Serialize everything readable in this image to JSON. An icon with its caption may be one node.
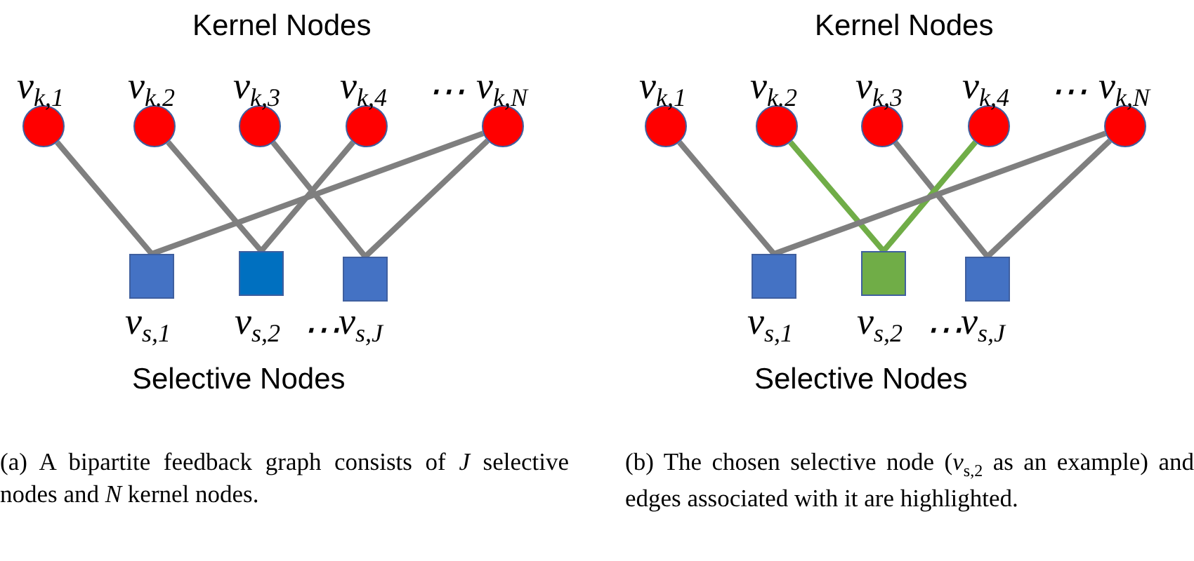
{
  "diagram": {
    "nodes": [
      {
        "text": [],
        "shape": "circle",
        "beside": [
          "v$_{k,1}$"
        ]
      },
      {
        "text": [],
        "shape": "circle",
        "beside": [
          "v$_{k.2}$"
        ]
      },
      {
        "text": [],
        "shape": "circle",
        "beside": [
          "v$_{k,3}$"
        ]
      },
      {
        "text": [],
        "shape": "circle",
        "beside": [
          "v$_{k,4}$"
        ]
      },
      {
        "text": [],
        "shape": "circle",
        "beside": [
          "v$_{k,N}$"
        ]
      },
      {
        "text": [],
        "shape": "box",
        "beside": [
          "v$_{s,1}$"
        ]
      },
      {
        "text": [],
        "shape": "box",
        "beside": [
          "v$_{s,2}$"
        ]
      },
      {
        "text": [],
        "shape": "box",
        "beside": [
          "v$_{s,J}$"
        ]
      },
      {
        "text": [],
        "shape": "circle",
        "beside": [
          "v$_{k,1}$"
        ]
      },
      {
        "text": [],
        "shape": "circle",
        "beside": [
          "v$_{k.2}$"
        ]
      },
      {
        "text": [],
        "shape": "circle",
        "beside": [
          "v$_{k,3}$"
        ]
      },
      {
        "text": [],
        "shape": "circle",
        "beside": [
          "v$_{k,4}$"
        ]
      },
      {
        "text": [],
        "shape": "circle",
        "beside": [
          "v$_{k,N}$"
        ]
      },
      {
        "text": [],
        "shape": "box",
        "beside": [
          "v$_{s,1}$"
        ]
      },
      {
        "text": [],
        "shape": "box",
        "beside": [
          "v$_{s,2}$"
        ]
      },
      {
        "text": [],
        "shape": "box",
        "beside": [
          "v$_{s,J}$"
        ]
      }
    ],
    "edges": [
      {
        "from": 0,
        "to": 5,
        "arrow": "none"
      },
      {
        "from": 1,
        "to": 6,
        "arrow": "none"
      },
      {
        "from": 2,
        "to": 7,
        "arrow": "none"
      },
      {
        "from": 3,
        "to": 6,
        "arrow": "none"
      },
      {
        "from": 4,
        "to": 5,
        "arrow": "none"
      },
      {
        "from": 4,
        "to": 7,
        "arrow": "none"
      },
      {
        "from": 8,
        "to": 13,
        "arrow": "none"
      },
      {
        "from": 9,
        "to": 14,
        "arrow": "none",
        "color": "#70ad47"
      },
      {
        "from": 10,
        "to": 15,
        "arrow": "none"
      },
      {
        "from": 11,
        "to": 14,
        "arrow": "none",
        "color": "#70ad47"
      },
      {
        "from": 12,
        "to": 13,
        "arrow": "none"
      },
      {
        "from": 12,
        "to": 15,
        "arrow": "none"
      }
    ],
    "labels": [
      "Kernel Nodes",
      "⋯",
      "⋯",
      "Selective Nodes",
      "Kernel Nodes",
      "⋯",
      "⋯",
      "Selective Nodes",
      "(a) A bipartite feedback graph consists of *J* selective nodes and *N* kernel nodes.",
      "(b) The chosen selective node (*v*$_{s,2}$ as an example) and edges associated with it are highlighted."
    ]
  }
}
